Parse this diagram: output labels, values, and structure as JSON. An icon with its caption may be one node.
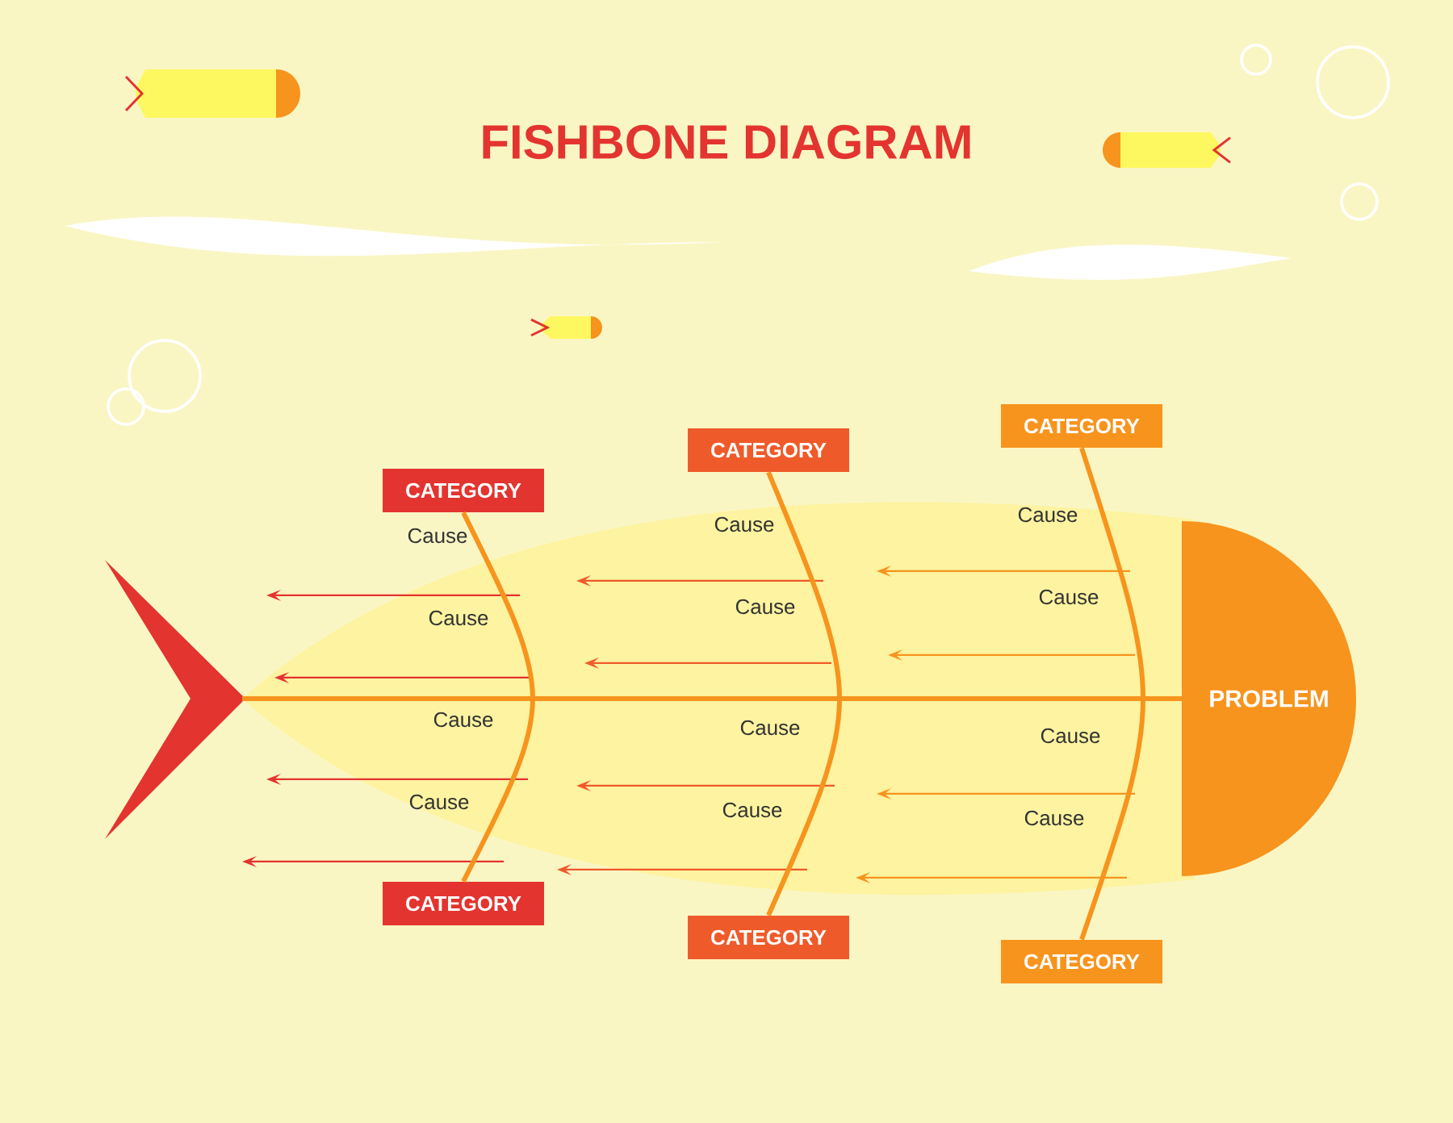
{
  "diagram": {
    "title": "FISHBONE DIAGRAM",
    "nodes": [
      {
        "text": [
          "PROBLEM"
        ]
      },
      {
        "text": [
          "CATEGORY"
        ]
      },
      {
        "text": [
          "CATEGORY"
        ]
      },
      {
        "text": [
          "CATEGORY"
        ]
      },
      {
        "text": [
          "CATEGORY"
        ]
      },
      {
        "text": [
          "CATEGORY"
        ]
      },
      {
        "text": [
          "CATEGORY"
        ]
      }
    ],
    "edges": [
      {
        "from": 1,
        "to": 4,
        "arrow": "none"
      },
      {
        "from": 2,
        "to": 5,
        "arrow": "none"
      },
      {
        "from": 3,
        "to": 6,
        "arrow": "none"
      }
    ],
    "labels": [
      "Cause",
      "Cause",
      "Cause",
      "Cause",
      "Cause",
      "Cause",
      "Cause",
      "Cause",
      "Cause",
      "Cause",
      "Cause",
      "Cause"
    ]
  }
}
